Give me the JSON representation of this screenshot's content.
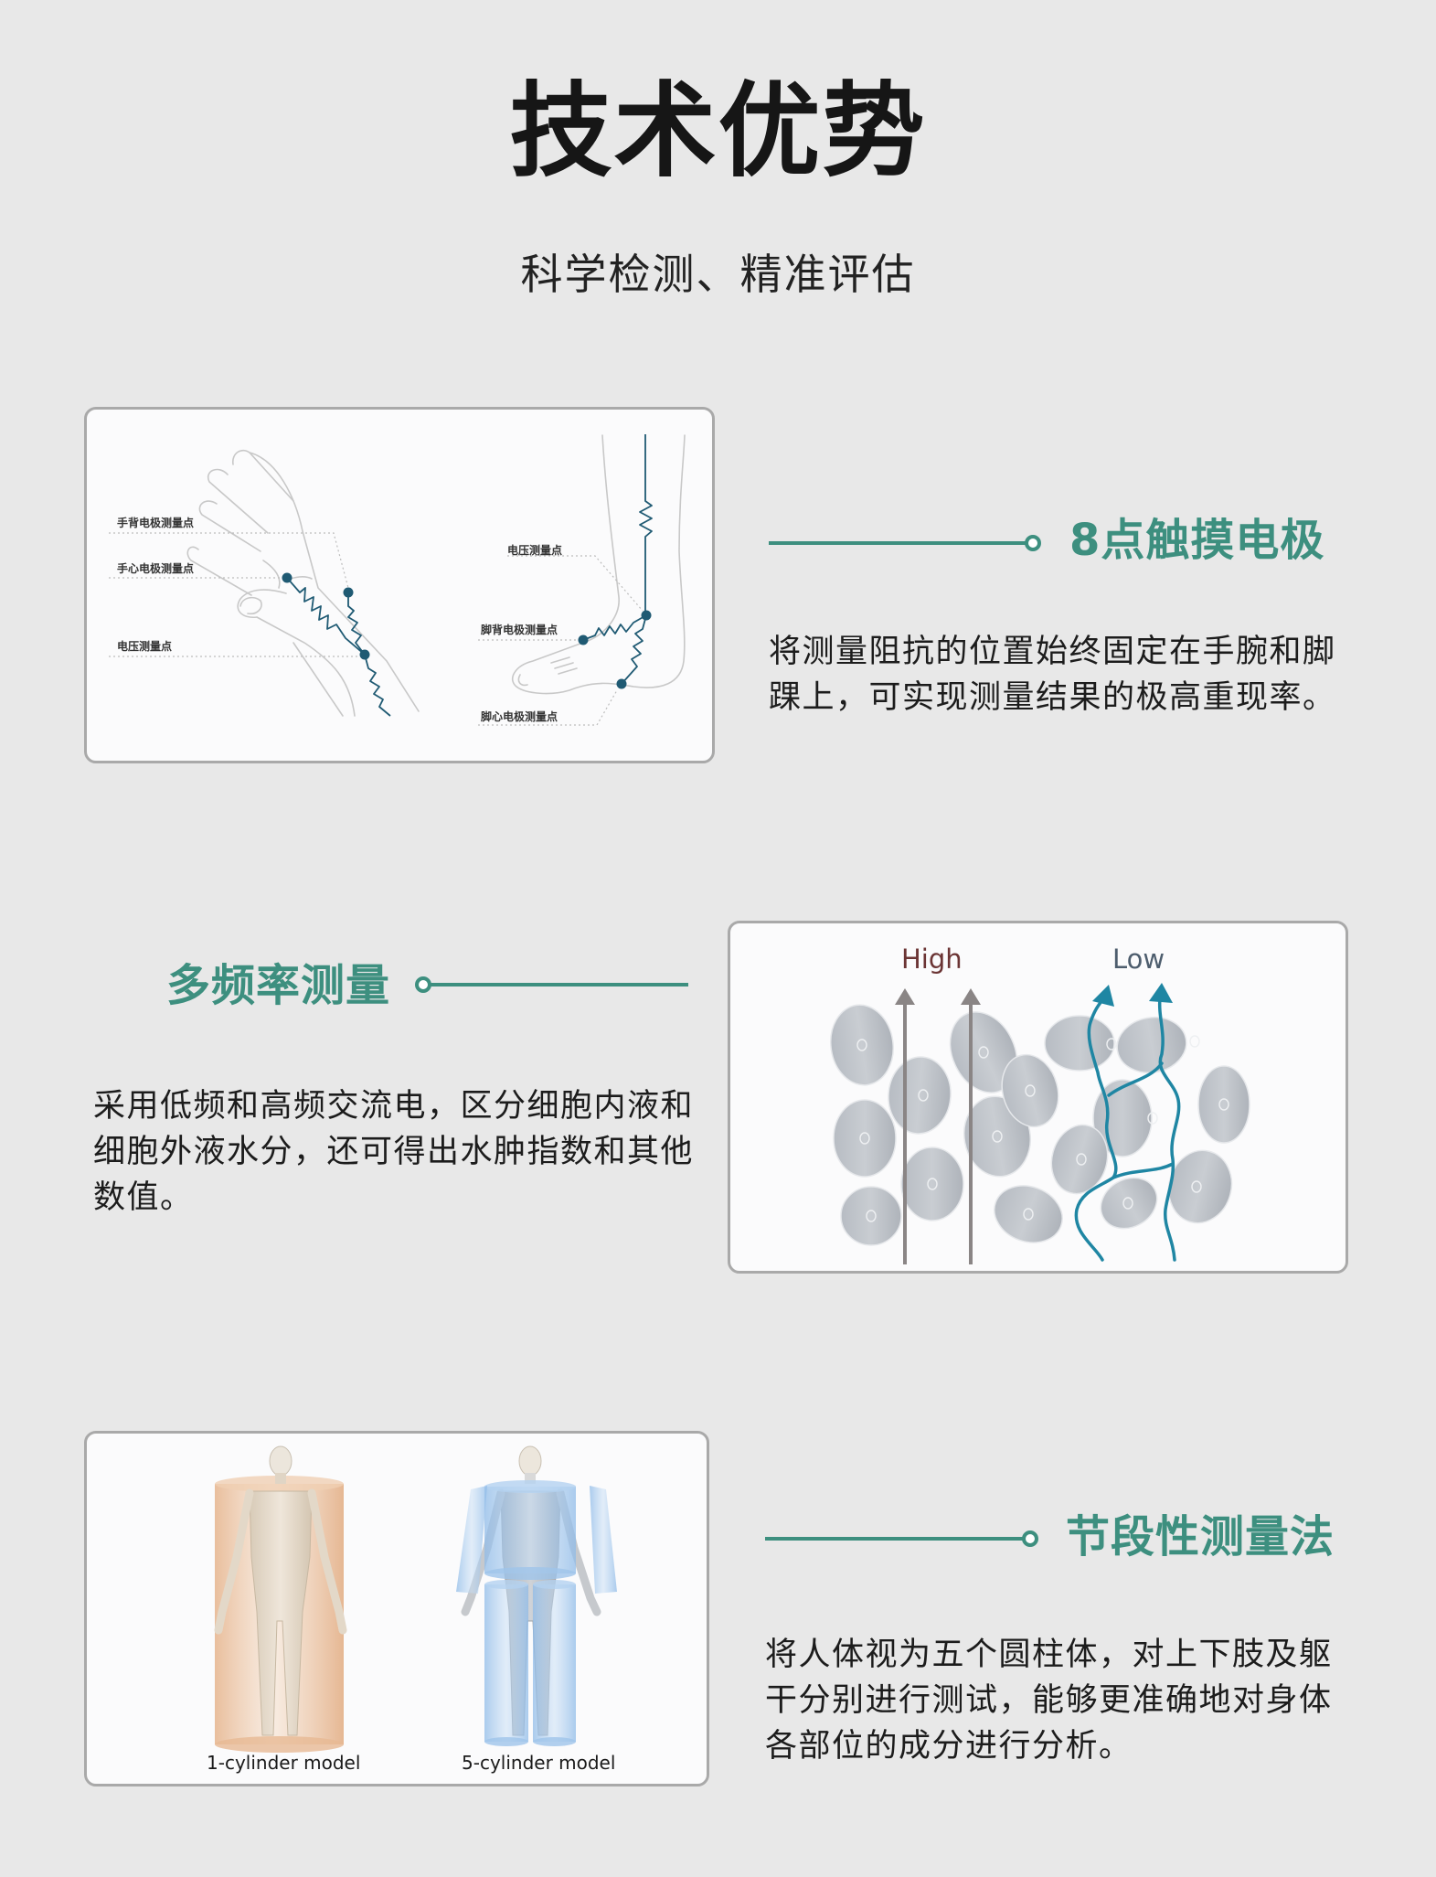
{
  "header": {
    "title": "技术优势",
    "subtitle": "科学检测、精准评估"
  },
  "theme": {
    "accent": "#3d8f7f",
    "background": "#e8e8e8",
    "card_border": "#a9a9a9",
    "electrode": "#1f5a73",
    "high_label": "#6b3434",
    "low_label": "#4d5d6d",
    "flow_blue": "#1f86a3"
  },
  "sections": [
    {
      "heading": "8点触摸电极",
      "body_lines": [
        "将测量阻抗的位置始终固定在手腕和脚",
        "踝上，可实现测量结果的极高重现率。"
      ],
      "figure": {
        "type": "electrode-diagram",
        "labels": {
          "hand_back": "手背电极测量点",
          "hand_palm": "手心电极测量点",
          "hand_voltage": "电压测量点",
          "foot_voltage": "电压测量点",
          "foot_back": "脚背电极测量点",
          "foot_sole": "脚心电极测量点"
        }
      }
    },
    {
      "heading": "多频率测量",
      "body_lines": [
        "采用低频和高频交流电，区分细胞内液和",
        "细胞外液水分，还可得出水肿指数和其他",
        "数值。"
      ],
      "figure": {
        "type": "cell-current-diagram",
        "labels": {
          "high": "High",
          "low": "Low"
        }
      }
    },
    {
      "heading": "节段性测量法",
      "body_lines": [
        "将人体视为五个圆柱体，对上下肢及躯",
        "干分别进行测试，能够更准确地对身体",
        "各部位的成分进行分析。"
      ],
      "figure": {
        "type": "cylinder-model-diagram",
        "labels": {
          "left": "1-cylinder model",
          "right": "5-cylinder model"
        }
      }
    }
  ]
}
